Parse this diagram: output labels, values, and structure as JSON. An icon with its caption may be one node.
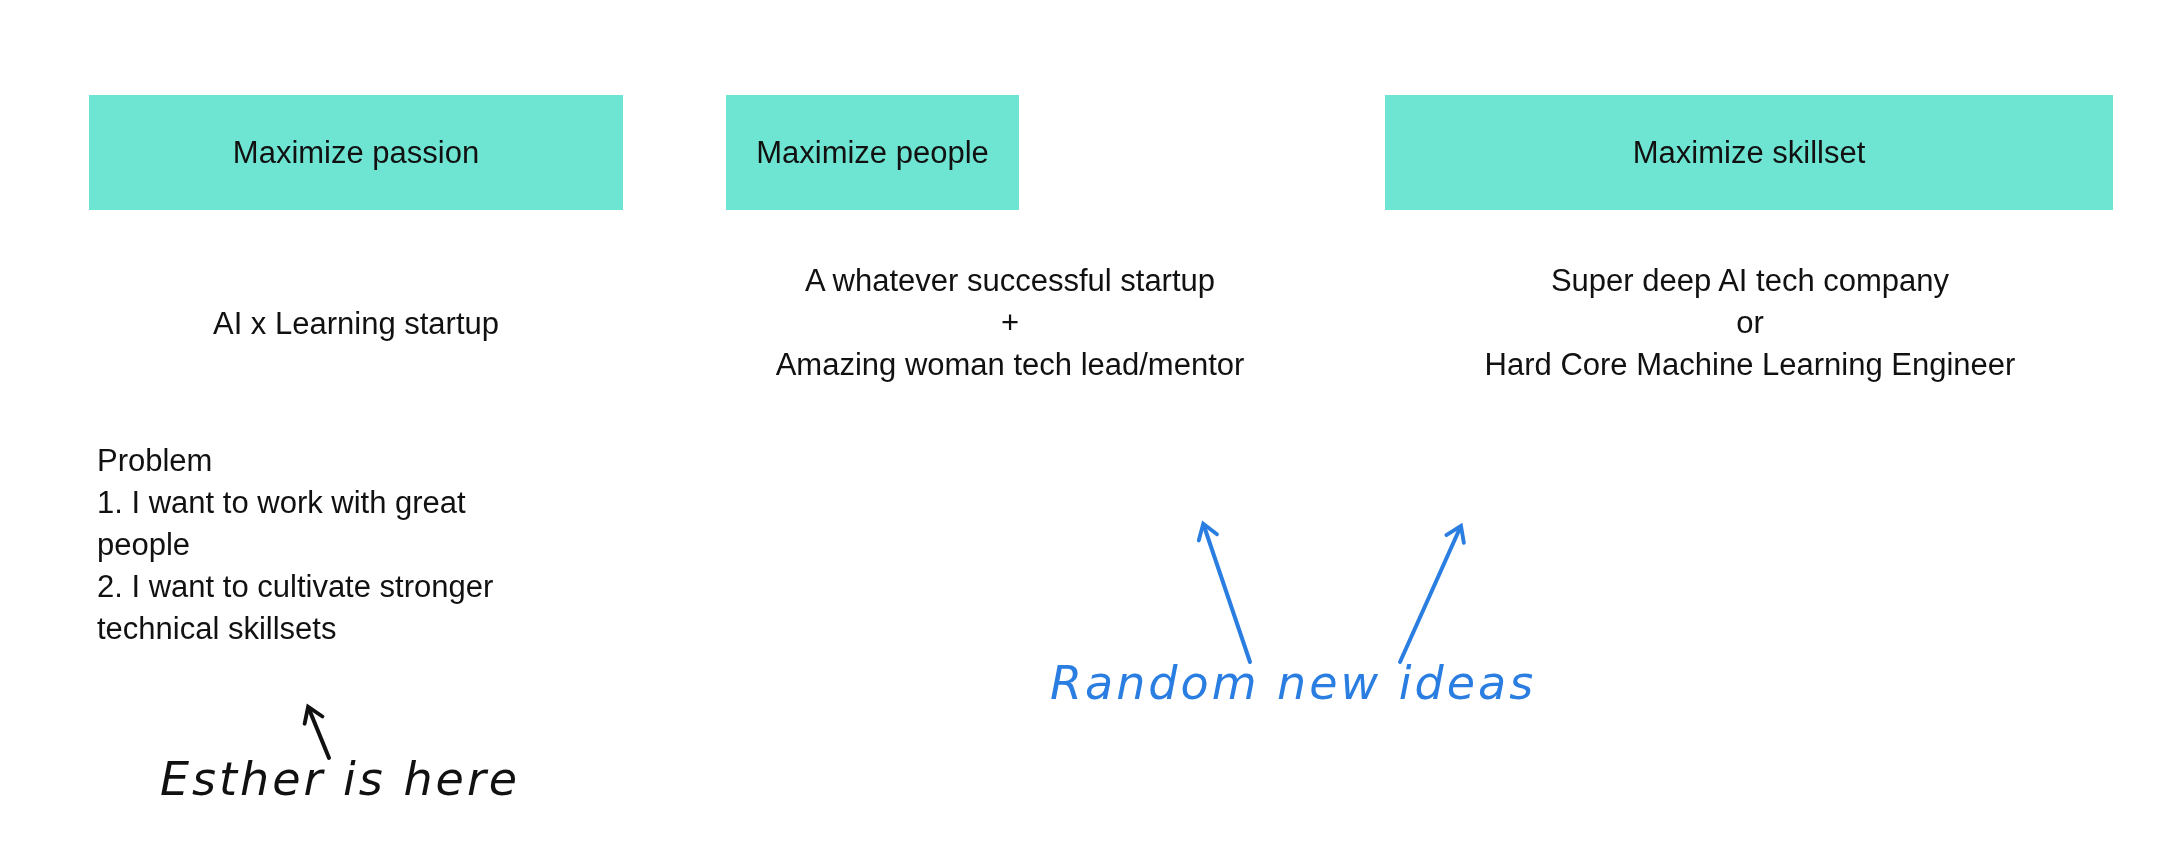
{
  "diagram": {
    "nodes": [
      {
        "text": [
          "Maximize passion"
        ]
      },
      {
        "text": [
          "Maximize people"
        ]
      },
      {
        "text": [
          "Maximize skillset"
        ]
      },
      {
        "text": [
          "AI x Learning startup"
        ]
      },
      {
        "text": [
          "A whatever successful startup",
          "+",
          "Amazing woman tech lead/mentor"
        ]
      },
      {
        "text": [
          "Super deep AI tech company",
          "or",
          "Hard Core Machine Learning Engineer"
        ]
      },
      {
        "text": [
          "Problem",
          "1. I want to work with great people",
          "2. I want to cultivate stronger technical skillsets"
        ]
      },
      {
        "text": [
          "Esther is here"
        ]
      },
      {
        "text": [
          "Random new ideas"
        ]
      }
    ],
    "edges": [
      {
        "from": 7,
        "to": null,
        "arrow": "to",
        "color": "#111111"
      },
      {
        "from": 8,
        "to": null,
        "arrow": "to",
        "color": "#2a7de1"
      },
      {
        "from": 8,
        "to": null,
        "arrow": "to",
        "color": "#2a7de1"
      }
    ]
  }
}
